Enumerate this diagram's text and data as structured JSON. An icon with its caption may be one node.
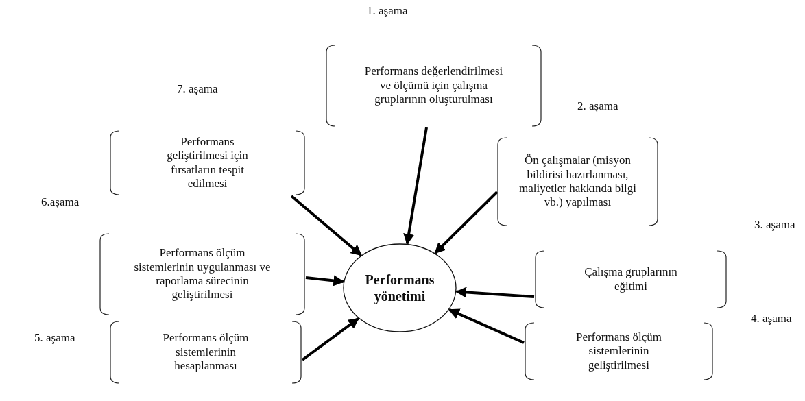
{
  "diagram": {
    "nodes": [
      {
        "text": [
          "Performans değerlendirilmesi ve ölçümü için çalışma gruplarının oluşturulması"
        ],
        "beside": [
          "1. aşama"
        ]
      },
      {
        "text": [
          "Performans geliştirilmesi için fırsatların tespit edilmesi"
        ],
        "beside": [
          "7. aşama"
        ]
      },
      {
        "text": [
          "Ön çalışmalar (misyon bildirisi hazırlanması, maliyetler hakkında bilgi vb.) yapılması"
        ],
        "beside": [
          "2. aşama"
        ]
      },
      {
        "text": [
          "Performans ölçüm sistemlerinin uygulanması ve raporlama sürecinin geliştirilmesi"
        ],
        "beside": [
          "6.aşama"
        ]
      },
      {
        "text": [
          "Performans yönetimi"
        ]
      },
      {
        "text": [
          "Çalışma gruplarının eğitimi"
        ],
        "beside": [
          "3. aşama"
        ]
      },
      {
        "text": [
          "Performans ölçüm sistemlerinin hesaplanması"
        ],
        "beside": [
          "5. aşama"
        ]
      },
      {
        "text": [
          "Performans ölçüm sistemlerinin geliştirilmesi"
        ],
        "beside": [
          "4. aşama"
        ]
      }
    ],
    "edges": [
      {
        "from": 0,
        "to": 4,
        "arrow": "to"
      },
      {
        "from": 1,
        "to": 4,
        "arrow": "to"
      },
      {
        "from": 2,
        "to": 4,
        "arrow": "to"
      },
      {
        "from": 3,
        "to": 4,
        "arrow": "to"
      },
      {
        "from": 5,
        "to": 4,
        "arrow": "to"
      },
      {
        "from": 6,
        "to": 4,
        "arrow": "to"
      },
      {
        "from": 7,
        "to": 4,
        "arrow": "to"
      }
    ]
  }
}
